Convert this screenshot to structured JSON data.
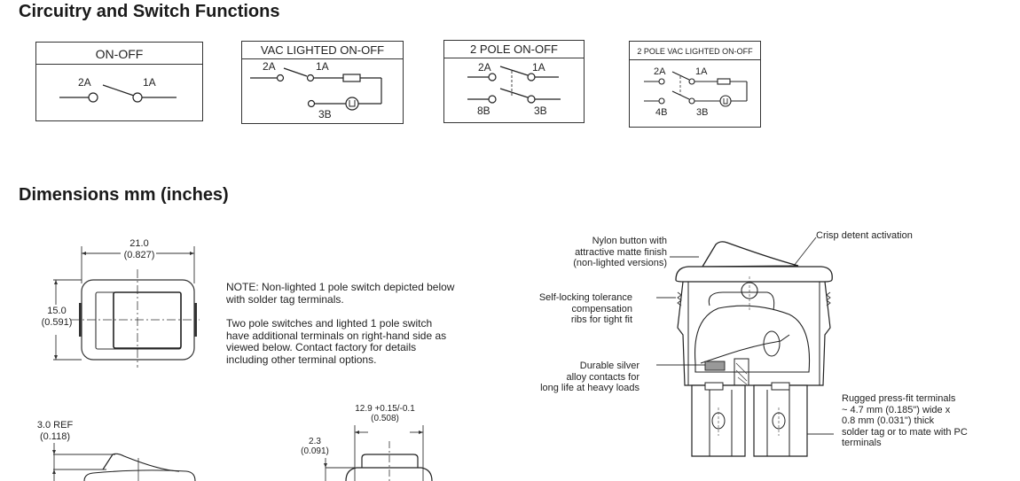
{
  "sections": {
    "circuitry_title": "Circuitry and Switch Functions",
    "dimensions_title": "Dimensions mm (inches)"
  },
  "circuits": [
    {
      "title": "ON-OFF",
      "terminals": [
        "2A",
        "1A"
      ]
    },
    {
      "title": "VAC LIGHTED ON-OFF",
      "terminals": [
        "2A",
        "1A",
        "3B"
      ]
    },
    {
      "title": "2 POLE ON-OFF",
      "terminals": [
        "2A",
        "1A",
        "8B",
        "3B"
      ]
    },
    {
      "title": "2 POLE VAC LIGHTED ON-OFF",
      "terminals": [
        "2A",
        "1A",
        "4B",
        "3B"
      ]
    }
  ],
  "dimensions": {
    "width": {
      "mm": "21.0",
      "in": "(0.827)"
    },
    "height": {
      "mm": "15.0",
      "in": "(0.591)"
    },
    "button_rise": {
      "mm": "3.0 REF",
      "in": "(0.118)"
    },
    "button_width": {
      "mm": "12.9 +0.15/-0.1",
      "in": "(0.508)"
    },
    "lip": {
      "mm": "2.3",
      "in": "(0.091)"
    }
  },
  "notes": [
    "NOTE: Non-lighted 1 pole switch depicted below with solder tag terminals.",
    "Two pole switches and lighted 1 pole switch have additional terminals on right-hand side as viewed below.  Contact factory for details including other terminal options."
  ],
  "callouts": {
    "nylon_button": [
      "Nylon button with",
      "attractive matte finish",
      "(non-lighted versions)"
    ],
    "self_locking": [
      "Self-locking tolerance",
      "compensation",
      "ribs for tight fit"
    ],
    "silver_contacts": [
      "Durable silver",
      "alloy contacts for",
      "long life at heavy loads"
    ],
    "crisp_detent": [
      "Crisp detent activation"
    ],
    "terminals": [
      "Rugged press-fit terminals",
      "~ 4.7 mm (0.185\") wide x",
      "0.8 mm (0.031\") thick",
      "solder tag or to mate with PC",
      "terminals"
    ]
  }
}
